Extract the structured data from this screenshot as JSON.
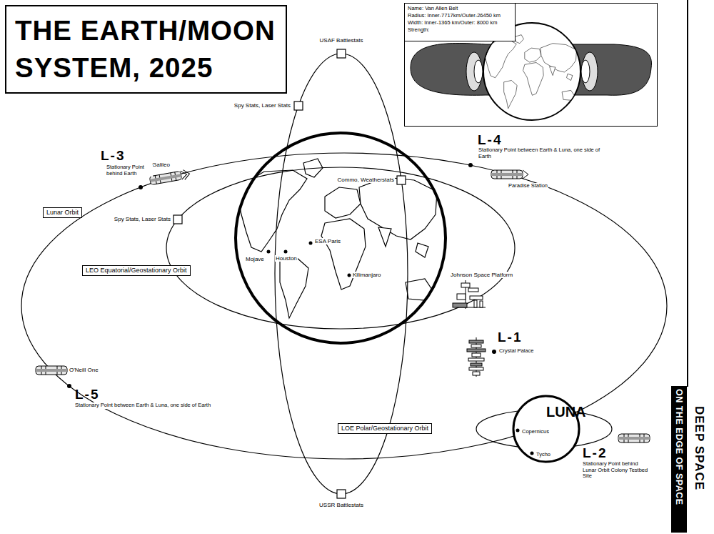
{
  "diagram": {
    "title": "THE EARTH/MOON SYSTEM, 2025",
    "nodes": [
      {
        "text": [
          "Name: Van Allen Belt",
          "Radius: Inner-7717km/Outer-26450 km",
          "Width: Inner-1365 km/Outer: 8000 km",
          "Strength:"
        ]
      },
      {
        "text": [
          "Lunar Orbit"
        ]
      },
      {
        "text": [
          "LEO Equatorial/Geostationary Orbit"
        ]
      },
      {
        "text": [
          "LOE Polar/Geostationary Orbit"
        ]
      },
      {
        "text": [
          "LUNA",
          "Copernicus",
          "Tycho"
        ]
      },
      {
        "text": [
          "DEEP SPACE",
          "ON THE EDGE OF SPACE"
        ]
      }
    ],
    "labels": [
      "USAF Battlestats",
      "Spy Stats, Laser Stats",
      "L-3",
      "Galileo",
      "Stationary Point behind Earth",
      "Commo, Weatherstats",
      "L-4",
      "Stationary Point between Earth & Luna, one side of Earth",
      "Paradise Station",
      "Spy Stats, Laser Stats",
      "Mojave",
      "Houston",
      "ESA Paris",
      "Kilimanjaro",
      "Johnson Space Platform",
      "L-1",
      "Crystal Palace",
      "O'Neill One",
      "L-5",
      "Stationary Point between Earth & Luna, one side of Earth",
      "USSR Battlestats",
      "L-2",
      "Stationary Point behind Lunar Orbit Colony Testbed Site"
    ]
  }
}
